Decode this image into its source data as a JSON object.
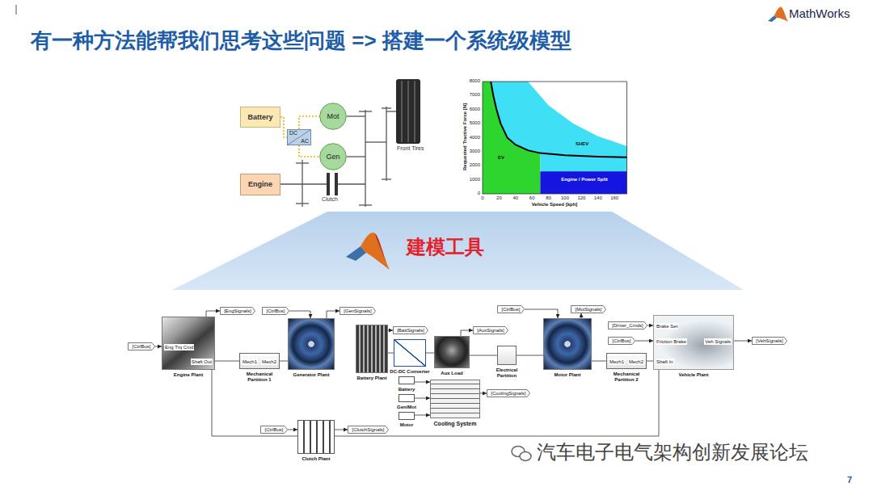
{
  "diagram": {
    "title": "有一种方法能帮我们思考这些问题 => 搭建一个系统级模型",
    "nodes": [
      {
        "text": [
          "Battery"
        ]
      },
      {
        "text": [
          "Mot"
        ]
      },
      {
        "text": [
          "DC",
          "AC"
        ]
      },
      {
        "text": [
          "Gen"
        ]
      },
      {
        "text": [
          "Engine"
        ]
      },
      {
        "text": [
          "[CtrlBus]"
        ]
      },
      {
        "text": [
          "Eng Trq Cmd",
          "Shaft Out",
          "Engine Plant"
        ]
      },
      {
        "text": [
          "[EngSignals]"
        ]
      },
      {
        "text": [
          "[CtrlBus]"
        ]
      },
      {
        "text": [
          "Mech1",
          "Mech2",
          "Mechanical Partition 1"
        ]
      },
      {
        "text": [
          "Generator Plant"
        ]
      },
      {
        "text": [
          "[GenSignals]"
        ]
      },
      {
        "text": [
          "Battery Plant"
        ]
      },
      {
        "text": [
          "[BattSignals]"
        ]
      },
      {
        "text": [
          "DC-DC Converter"
        ]
      },
      {
        "text": [
          "Aux Load"
        ]
      },
      {
        "text": [
          "[AuxSignals]"
        ]
      },
      {
        "text": [
          "Electrical Partition"
        ]
      },
      {
        "text": [
          "Battery"
        ]
      },
      {
        "text": [
          "Gen/Mot"
        ]
      },
      {
        "text": [
          "Motor"
        ]
      },
      {
        "text": [
          "Cooling System"
        ]
      },
      {
        "text": [
          "[CoolingSignals]"
        ]
      },
      {
        "text": [
          "[CtrlBus]"
        ]
      },
      {
        "text": [
          "[MotSignals]"
        ]
      },
      {
        "text": [
          "Motor Plant"
        ]
      },
      {
        "text": [
          "[Driver_Cmds]"
        ]
      },
      {
        "text": [
          "[CtrlBus]"
        ]
      },
      {
        "text": [
          "Mech1",
          "Mech2",
          "Mechanical Partition 2"
        ]
      },
      {
        "text": [
          "Brake Set",
          "Friction Brake",
          "Shaft In",
          "Veh Signals",
          "Vehicle Plant"
        ]
      },
      {
        "text": [
          "[VehSignals]"
        ]
      },
      {
        "text": [
          "[CtrlBus]"
        ]
      },
      {
        "text": [
          "Clutch Plant"
        ]
      },
      {
        "text": [
          "[ClutchSignals]"
        ]
      }
    ],
    "edges": [
      {
        "from": 0,
        "to": 2,
        "arrow": "none"
      },
      {
        "from": 2,
        "to": 1,
        "arrow": "none"
      },
      {
        "from": 2,
        "to": 3,
        "arrow": "none"
      },
      {
        "from": 5,
        "to": 6,
        "arrow": "to"
      },
      {
        "from": 6,
        "to": 7,
        "arrow": "to"
      },
      {
        "from": 6,
        "to": 9,
        "arrow": "none"
      },
      {
        "from": 9,
        "to": 10,
        "arrow": "none"
      },
      {
        "from": 8,
        "to": 10,
        "arrow": "to"
      },
      {
        "from": 10,
        "to": 11,
        "arrow": "to"
      },
      {
        "from": 12,
        "to": 13,
        "arrow": "to"
      },
      {
        "from": 12,
        "to": 14,
        "arrow": "none"
      },
      {
        "from": 14,
        "to": 15,
        "arrow": "none"
      },
      {
        "from": 15,
        "to": 16,
        "arrow": "to"
      },
      {
        "from": 15,
        "to": 17,
        "arrow": "none"
      },
      {
        "from": 17,
        "to": 25,
        "arrow": "none"
      },
      {
        "from": 18,
        "to": 21,
        "arrow": "to"
      },
      {
        "from": 19,
        "to": 21,
        "arrow": "to"
      },
      {
        "from": 20,
        "to": 21,
        "arrow": "to"
      },
      {
        "from": 21,
        "to": 22,
        "arrow": "to"
      },
      {
        "from": 23,
        "to": 25,
        "arrow": "to"
      },
      {
        "from": 25,
        "to": 24,
        "arrow": "to"
      },
      {
        "from": 25,
        "to": 28,
        "arrow": "none"
      },
      {
        "from": 28,
        "to": 29,
        "arrow": "none"
      },
      {
        "from": 26,
        "to": 29,
        "arrow": "to"
      },
      {
        "from": 27,
        "to": 29,
        "arrow": "to"
      },
      {
        "from": 29,
        "to": 30,
        "arrow": "to"
      },
      {
        "from": 31,
        "to": 32,
        "arrow": "to"
      },
      {
        "from": 32,
        "to": 33,
        "arrow": "to"
      },
      {
        "from": 32,
        "to": 6,
        "arrow": "none"
      },
      {
        "from": 32,
        "to": 29,
        "arrow": "none"
      }
    ],
    "labels": [
      "MathWorks",
      "Clutch",
      "Front Tires",
      "8000",
      "7000",
      "6000",
      "5000",
      "4000",
      "3000",
      "2000",
      "1000",
      "0",
      "0",
      "20",
      "40",
      "60",
      "80",
      "100",
      "120",
      "140",
      "160",
      "Vehicle Speed [kph]",
      "Requested Tractive Force [N]",
      "EV",
      "SHEV",
      "Engine / Power Split",
      "建模工具",
      "汽车电子电气架构创新发展论坛",
      "7"
    ]
  }
}
